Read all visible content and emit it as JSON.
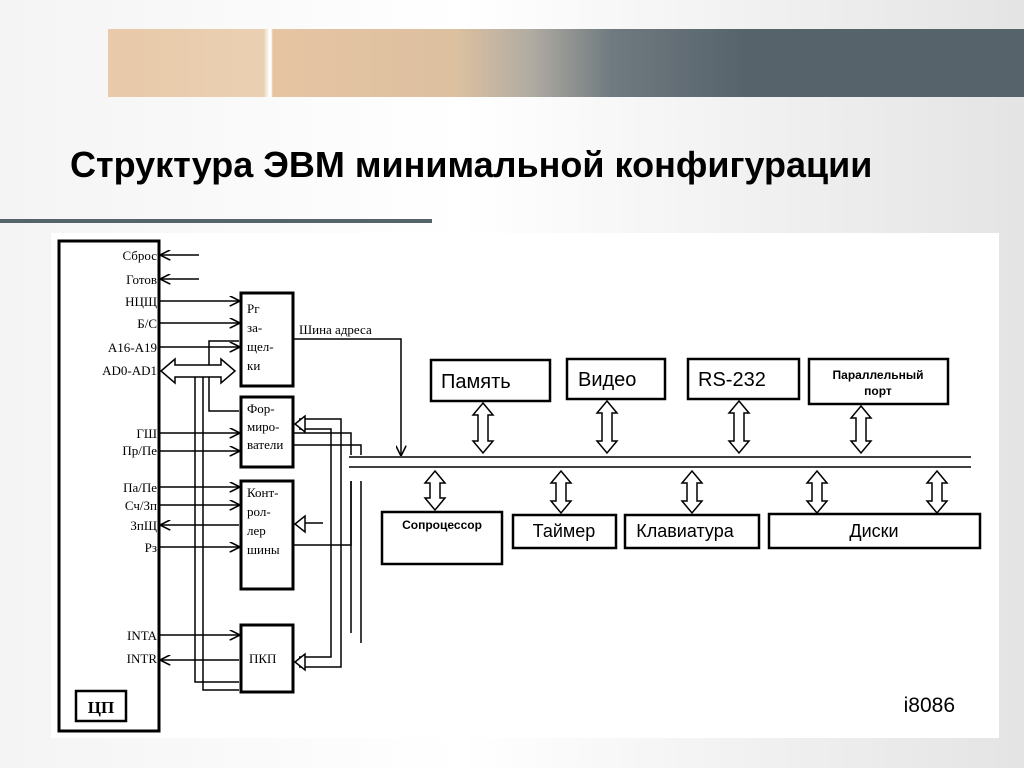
{
  "slide": {
    "title": "Структура ЭВМ минимальной конфигурации",
    "chip": "i8086"
  },
  "cpu": {
    "label": "ЦП",
    "signals": [
      "Сброс",
      "Готов",
      "НЦЩ",
      "Б/С",
      "A16-A19",
      "AD0-AD1",
      "ГШ",
      "Пр/Пе",
      "Па/Пе",
      "Сч/Зп",
      "ЗпЩ",
      "Рз",
      "INTA",
      "INTR"
    ]
  },
  "controllers": {
    "latch": [
      "Рг",
      "за-",
      "щел-",
      "ки"
    ],
    "buffers": [
      "Фор-",
      "миро-",
      "ватели"
    ],
    "bus_controller": [
      "Конт-",
      "рол-",
      "лер",
      "шины"
    ],
    "interrupt_controller": "ПКП"
  },
  "bus": {
    "address_label": "Шина адреса"
  },
  "devices_top": {
    "memory": "Память",
    "video": "Видео",
    "rs232": "RS-232",
    "parallel_port": [
      "Параллельный",
      "порт"
    ]
  },
  "devices_bottom": {
    "coprocessor": "Сопроцессор",
    "timer": "Таймер",
    "keyboard": "Клавиатура",
    "disks": "Диски"
  }
}
